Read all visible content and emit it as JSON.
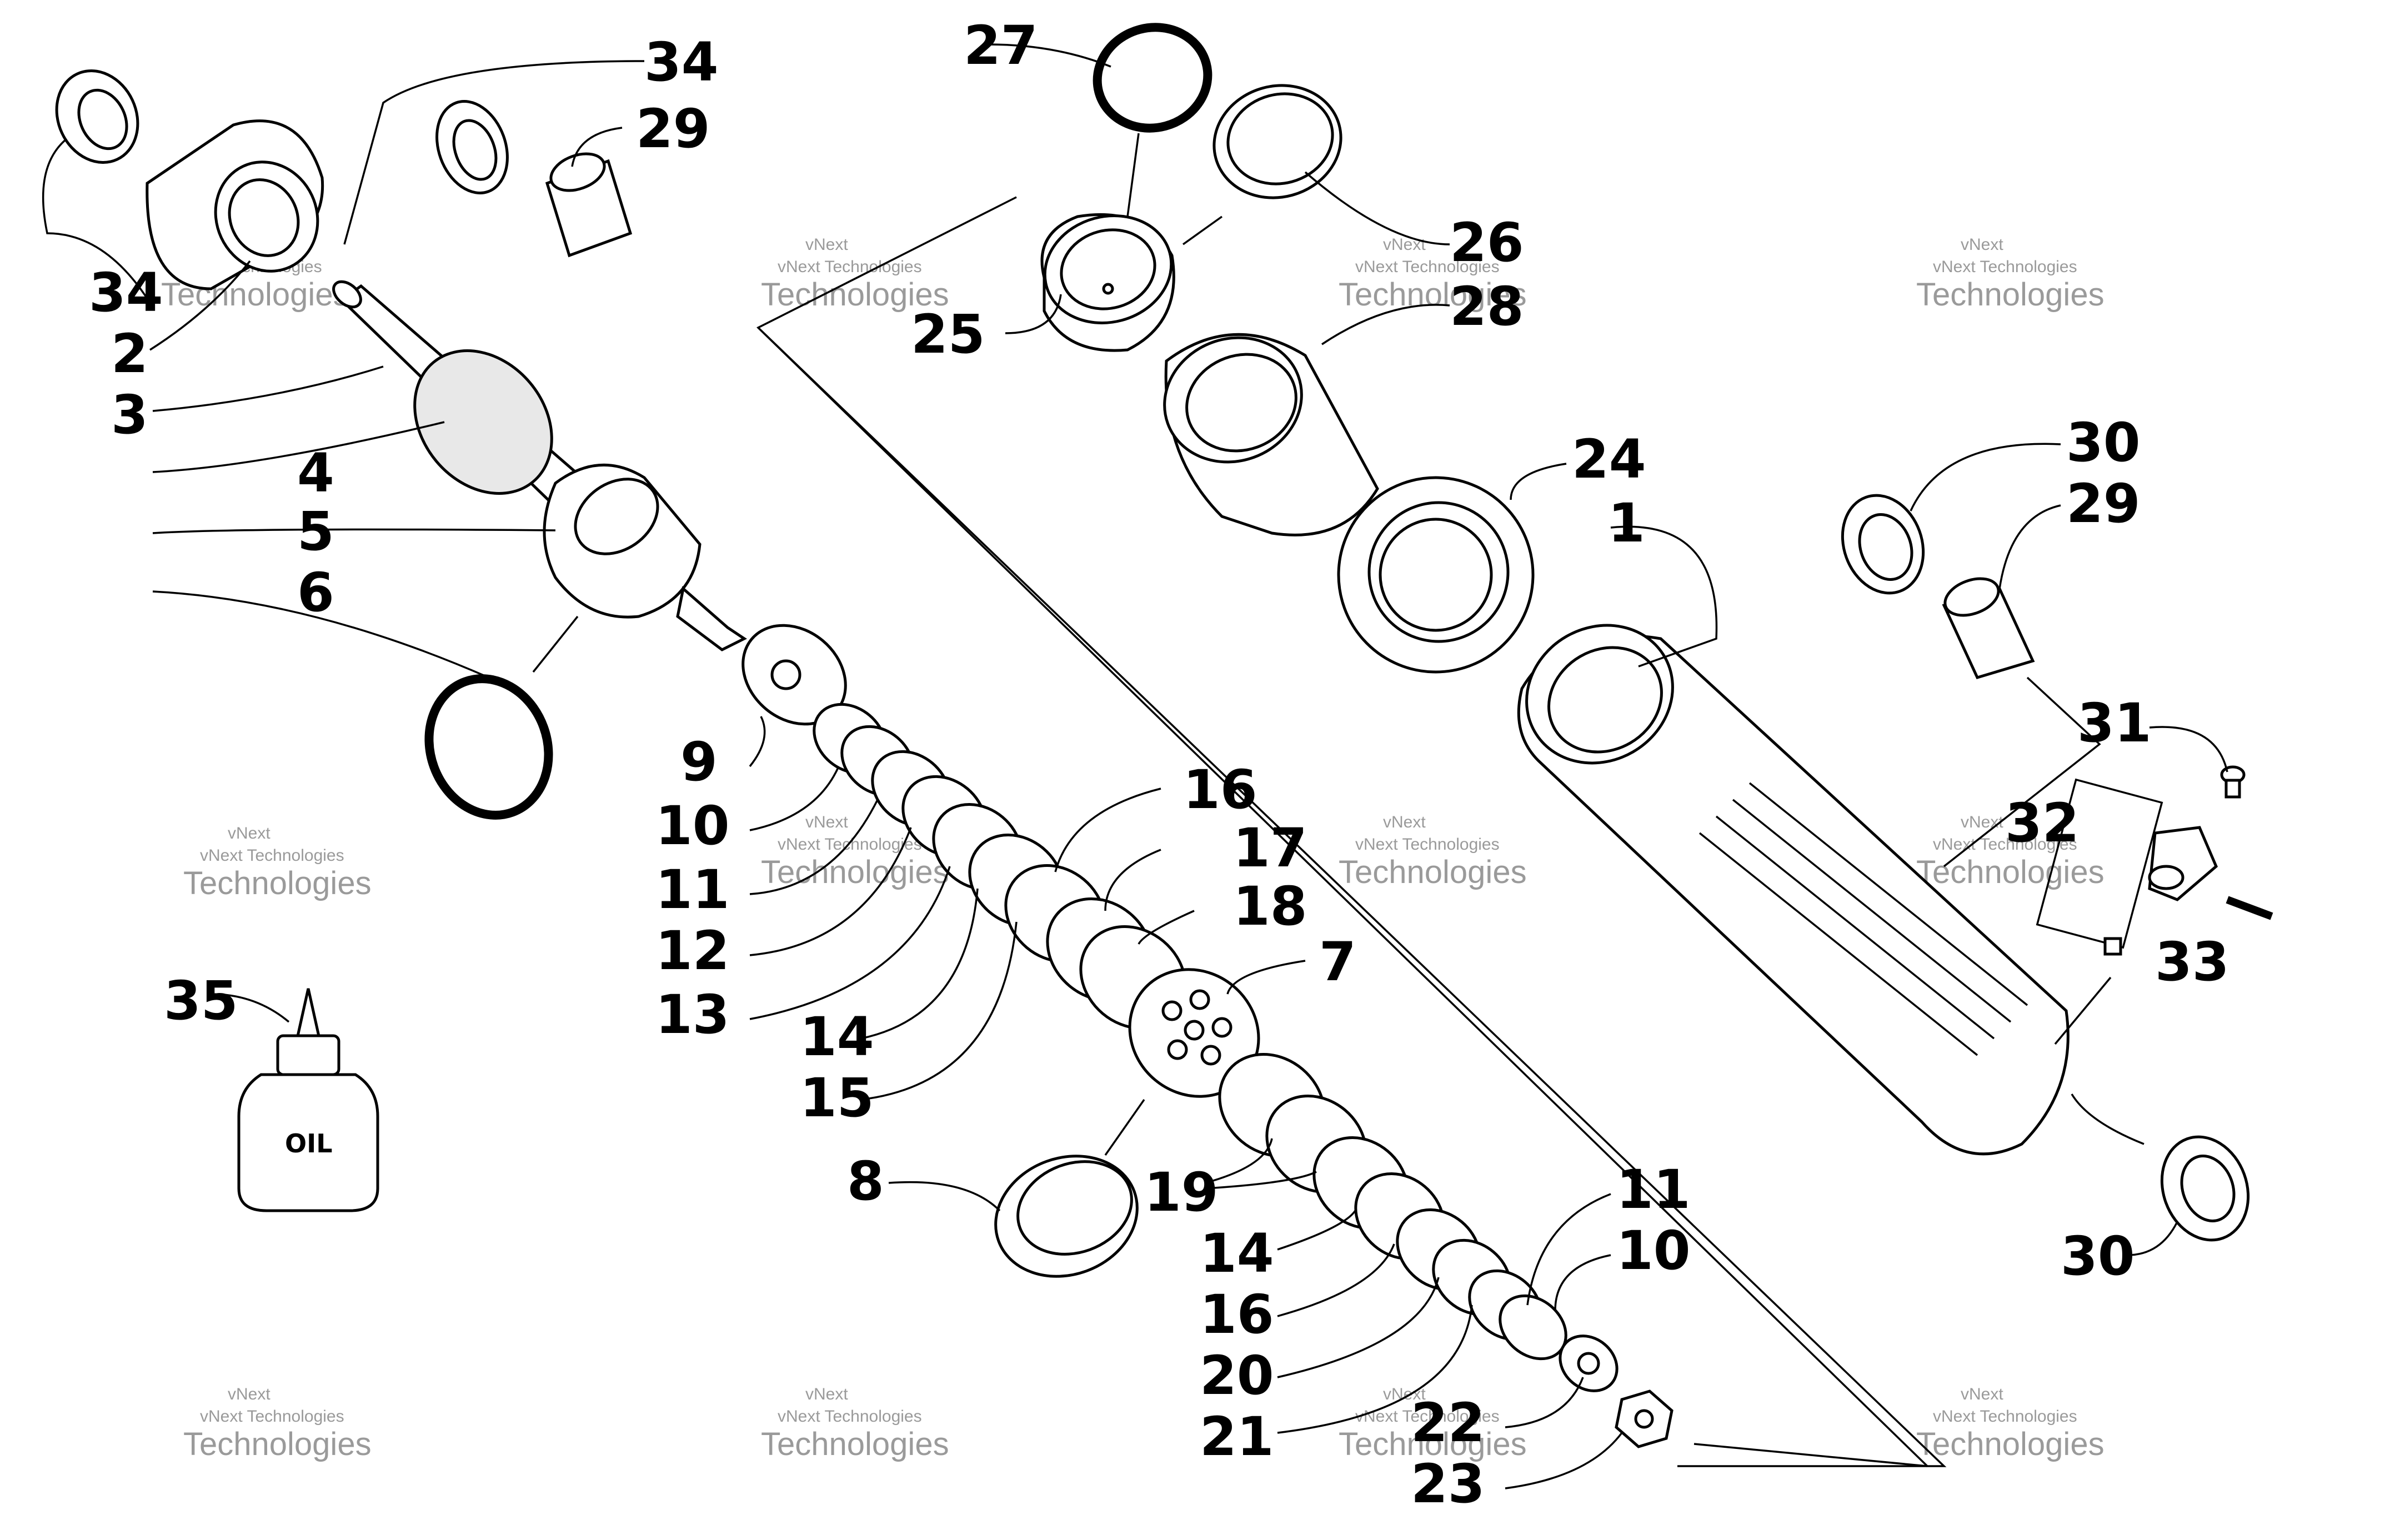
{
  "callouts": [
    "1",
    "2",
    "3",
    "4",
    "5",
    "6",
    "7",
    "8",
    "9",
    "10",
    "10",
    "11",
    "11",
    "12",
    "13",
    "14",
    "14",
    "15",
    "16",
    "16",
    "17",
    "18",
    "19",
    "20",
    "21",
    "22",
    "23",
    "24",
    "25",
    "26",
    "27",
    "28",
    "29",
    "29",
    "30",
    "30",
    "31",
    "32",
    "33",
    "34",
    "34",
    "35"
  ],
  "labels": {
    "c1": "1",
    "c2": "2",
    "c3": "3",
    "c4": "4",
    "c5": "5",
    "c6": "6",
    "c7": "7",
    "c8": "8",
    "c9": "9",
    "c10a": "10",
    "c10b": "10",
    "c11a": "11",
    "c11b": "11",
    "c12": "12",
    "c13": "13",
    "c14a": "14",
    "c14b": "14",
    "c15": "15",
    "c16a": "16",
    "c16b": "16",
    "c17": "17",
    "c18": "18",
    "c19": "19",
    "c20": "20",
    "c21": "21",
    "c22": "22",
    "c23": "23",
    "c24": "24",
    "c25": "25",
    "c26": "26",
    "c27": "27",
    "c28": "28",
    "c29a": "29",
    "c29b": "29",
    "c30a": "30",
    "c30b": "30",
    "c31": "31",
    "c32": "32",
    "c33": "33",
    "c34a": "34",
    "c34b": "34",
    "c35": "35"
  },
  "bottle_text": "OIL",
  "watermark": {
    "line1": "vNext",
    "line2": "vNext Technologies",
    "line3": "Technologies"
  }
}
